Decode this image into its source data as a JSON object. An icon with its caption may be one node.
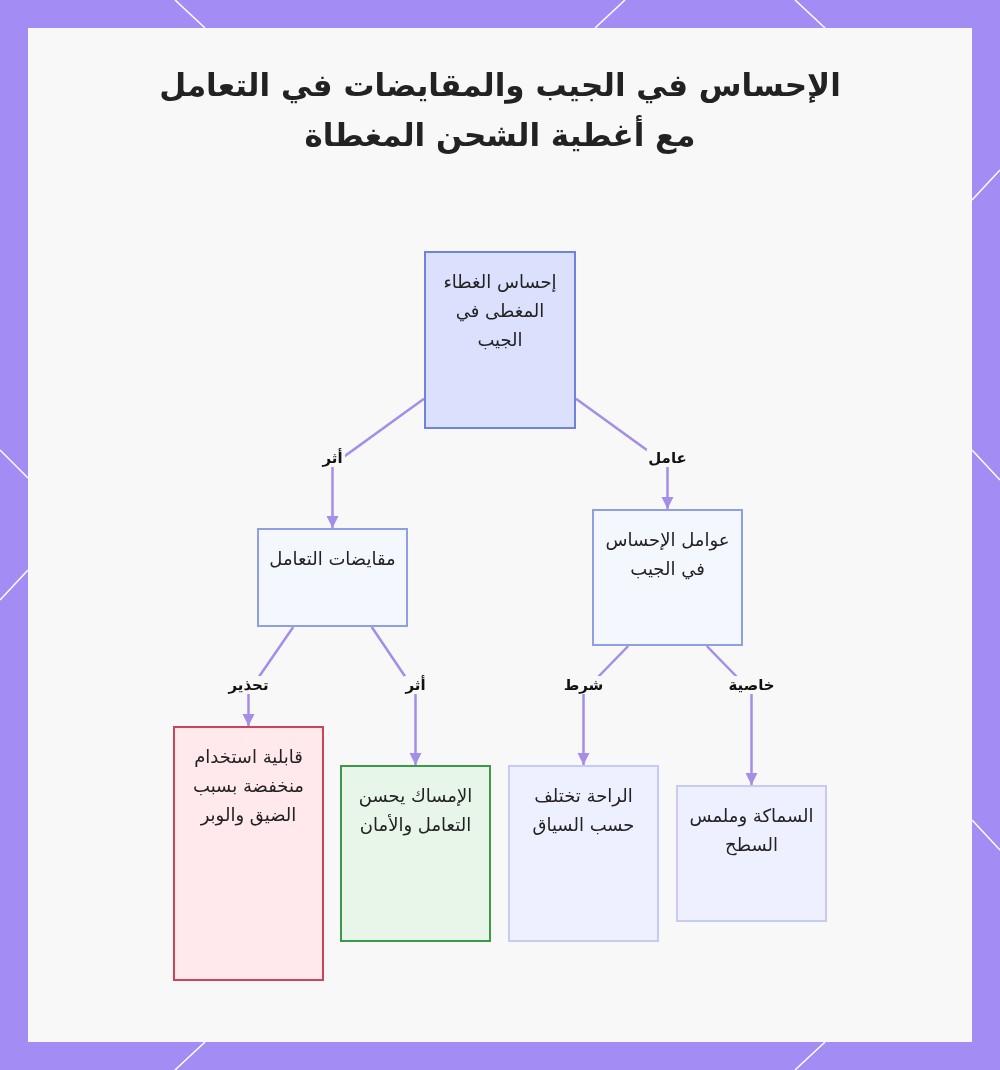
{
  "diagram": {
    "title": "الإحساس في الجيب والمقايضات في التعامل مع أغطية الشحن المغطاة",
    "nodes": [
      {
        "text": [
          "إحساس الغطاء المغطى في الجيب"
        ]
      },
      {
        "text": [
          "مقايضات التعامل"
        ]
      },
      {
        "text": [
          "عوامل الإحساس في الجيب"
        ]
      },
      {
        "text": [
          "قابلية استخدام منخفضة بسبب الضيق والوبر"
        ]
      },
      {
        "text": [
          "الإمساك يحسن التعامل والأمان"
        ]
      },
      {
        "text": [
          "الراحة تختلف حسب السياق"
        ]
      },
      {
        "text": [
          "السماكة وملمس السطح"
        ]
      }
    ],
    "edges": [
      {
        "from": 0,
        "to": 1,
        "arrow": "to",
        "label": "أثر"
      },
      {
        "from": 0,
        "to": 2,
        "arrow": "to",
        "label": "عامل"
      },
      {
        "from": 1,
        "to": 3,
        "arrow": "to",
        "label": "تحذير"
      },
      {
        "from": 1,
        "to": 4,
        "arrow": "to",
        "label": "أثر"
      },
      {
        "from": 2,
        "to": 5,
        "arrow": "to",
        "label": "شرط"
      },
      {
        "from": 2,
        "to": 6,
        "arrow": "to",
        "label": "خاصية"
      }
    ]
  }
}
